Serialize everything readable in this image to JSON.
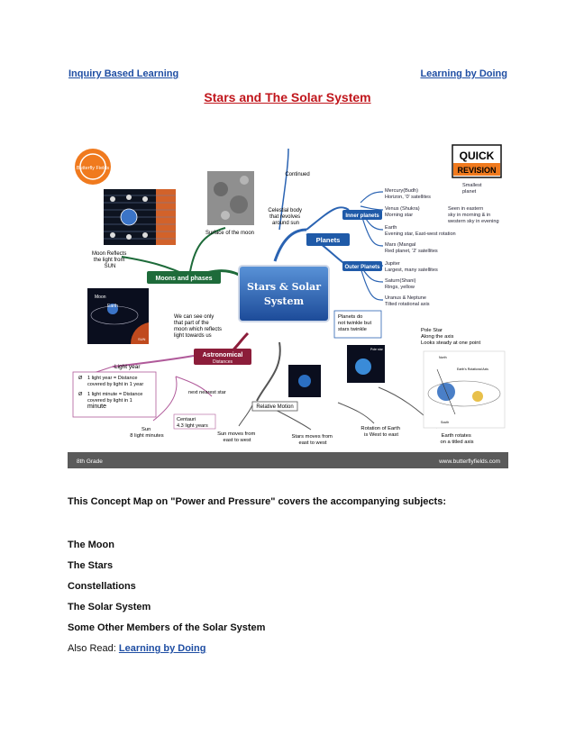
{
  "header": {
    "left_link": "Inquiry Based Learning",
    "right_link": "Learning by Doing"
  },
  "title": "Stars and The Solar System",
  "map": {
    "center_line1": "Stars & Solar",
    "center_line2": "System",
    "logo_text": "Butterfly Fields",
    "quick": "QUICK",
    "revision": "REVISION",
    "planets": "Planets",
    "inner_planets": "Inner planets",
    "outer_planets": "Outer Planets",
    "moons_and_phases": "Moons and phases",
    "astronomical": "Astronomical",
    "distances": "Distances",
    "relative_motion": "Relative Motion",
    "continued": "Continued",
    "celestial": [
      "Celestial body",
      "that revolves",
      "around sun"
    ],
    "surface_moon": "Surface of the moon",
    "moon_reflects": [
      "Moon Reflects",
      "the light from",
      "SUN"
    ],
    "we_can_see": [
      "We can see only",
      "that part of the",
      "moon which reflects",
      "light towards us"
    ],
    "moon_label": "Moon",
    "earth_label": "Earth",
    "sun_label": "SUN",
    "light_year": "Light year",
    "ly_def": [
      "1 light year = Distance",
      "covered by light in 1 year"
    ],
    "lm_def": [
      "1 light minute = Distance",
      "covered by light in 1",
      "minute"
    ],
    "next_nearest": "next nearest star",
    "centauri": [
      "Centauri",
      "4.3 light years"
    ],
    "sun_minutes": [
      "Sun",
      "8 light minutes"
    ],
    "sun_moves": [
      "Sun moves from",
      "east to west"
    ],
    "stars_move": [
      "Stars moves from",
      "east to west"
    ],
    "rotation": [
      "Rotation of Earth",
      "is West to east"
    ],
    "earth_rotates": [
      "Earth rotates",
      "on a titled axis"
    ],
    "pole_star": [
      "Pole Star",
      "Along the axis",
      "Looks steady at one point"
    ],
    "planets_twinkle": [
      "Planets do",
      "not twinkle but",
      "stars twinkle"
    ],
    "smallest": [
      "Smallest",
      "planet"
    ],
    "mercury": [
      "Mercury(Budh)",
      "Horizon, '0' satellites"
    ],
    "venus": [
      "Venus (Shukra)",
      "Morning star"
    ],
    "seen_eastern": [
      "Seen in eastern",
      "sky in morning & in",
      "western sky in evening"
    ],
    "earth": [
      "Earth",
      "Evening star, East-west rotation"
    ],
    "mars": [
      "Mars (Mangal",
      "Red planet, '2' satellites"
    ],
    "jupiter": [
      "Jupiter",
      "Largest, many satellites"
    ],
    "saturn": [
      "Saturn(Shani)",
      "Rings, yellow"
    ],
    "uranus": [
      "Uranus & Neptune",
      "Tilted rotational axis"
    ],
    "footer_left": "8th Grade",
    "footer_right": "www.butterflyfields.com",
    "pole_star_small": "Pole star",
    "north": "North",
    "south": "South",
    "earth_axis": "Earth's Rotational Axis"
  },
  "intro": "This Concept Map on \"Power and Pressure\" covers the accompanying subjects:",
  "topics": [
    "The Moon",
    "The Stars",
    "Constellations",
    "The Solar System",
    "Some Other Members of the Solar System"
  ],
  "also_read_label": "Also Read: ",
  "also_read_link": "Learning by Doing",
  "colors": {
    "link": "#1f4ea3",
    "title": "#c0151b",
    "planets_box": "#1f5aa8",
    "moons_box": "#1e6b3a",
    "astro_box": "#8c1d3a",
    "footer_bar": "#5a5a5a"
  }
}
